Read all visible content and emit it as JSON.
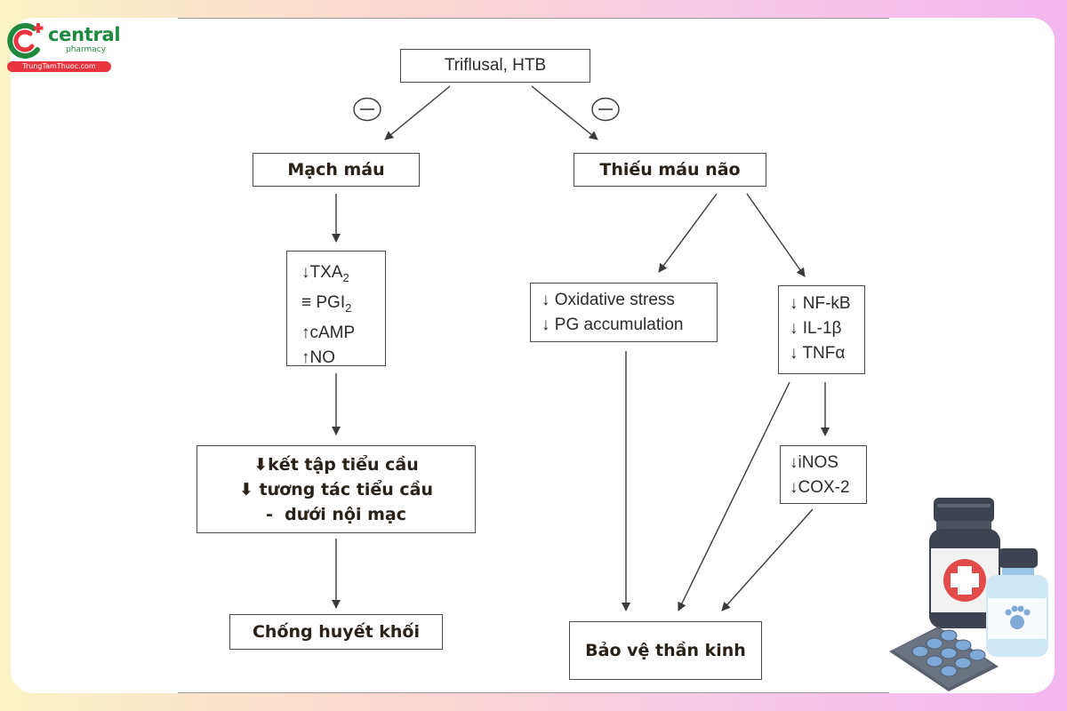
{
  "logo": {
    "name": "central",
    "sub": "pharmacy",
    "site": "TrungTamThuoc.com",
    "colors": {
      "green": "#1f8a3f",
      "red": "#e8343e"
    }
  },
  "diagram": {
    "source": "Triflusal, HTB",
    "inhibit_symbol": "minus-circle-icon",
    "left": {
      "title": "Mạch máu",
      "mediators": [
        {
          "arrow": "↓",
          "name": "TXA",
          "sub": "2"
        },
        {
          "arrow": "≡",
          "name": "PGI",
          "sub": "2"
        },
        {
          "arrow": "↑",
          "name": "cAMP",
          "sub": ""
        },
        {
          "arrow": "↑",
          "name": "NO",
          "sub": ""
        }
      ],
      "effects": [
        {
          "arrow": "⬇",
          "text": "kết tập tiểu cầu"
        },
        {
          "arrow": "⬇",
          "text": " tương tác tiểu cầu"
        },
        {
          "arrow": "",
          "text": "-  dưới nội mạc"
        }
      ],
      "outcome": "Chống huyết khối"
    },
    "right": {
      "title": "Thiếu máu não",
      "oxidative": [
        {
          "arrow": "↓",
          "text": "Oxidative stress"
        },
        {
          "arrow": "↓",
          "text": "PG accumulation"
        }
      ],
      "inflammatory": [
        {
          "arrow": "↓",
          "text": "NF-kB"
        },
        {
          "arrow": "↓",
          "text": "IL-1β"
        },
        {
          "arrow": "↓",
          "text": "TNFα"
        }
      ],
      "enzymes": [
        {
          "arrow": "↓",
          "text": "iNOS"
        },
        {
          "arrow": "↓",
          "text": "COX-2"
        }
      ],
      "outcome": "Bảo vệ thần kinh"
    }
  },
  "decor": {
    "illustration": "medicine-bottles-and-pill-blister",
    "colors": {
      "bottle_dark": "#3d4350",
      "cross_red": "#e34a4a",
      "bottle_light": "#cfe6f5",
      "blister": "#5a6270",
      "pill": "#7fa9d6"
    }
  }
}
